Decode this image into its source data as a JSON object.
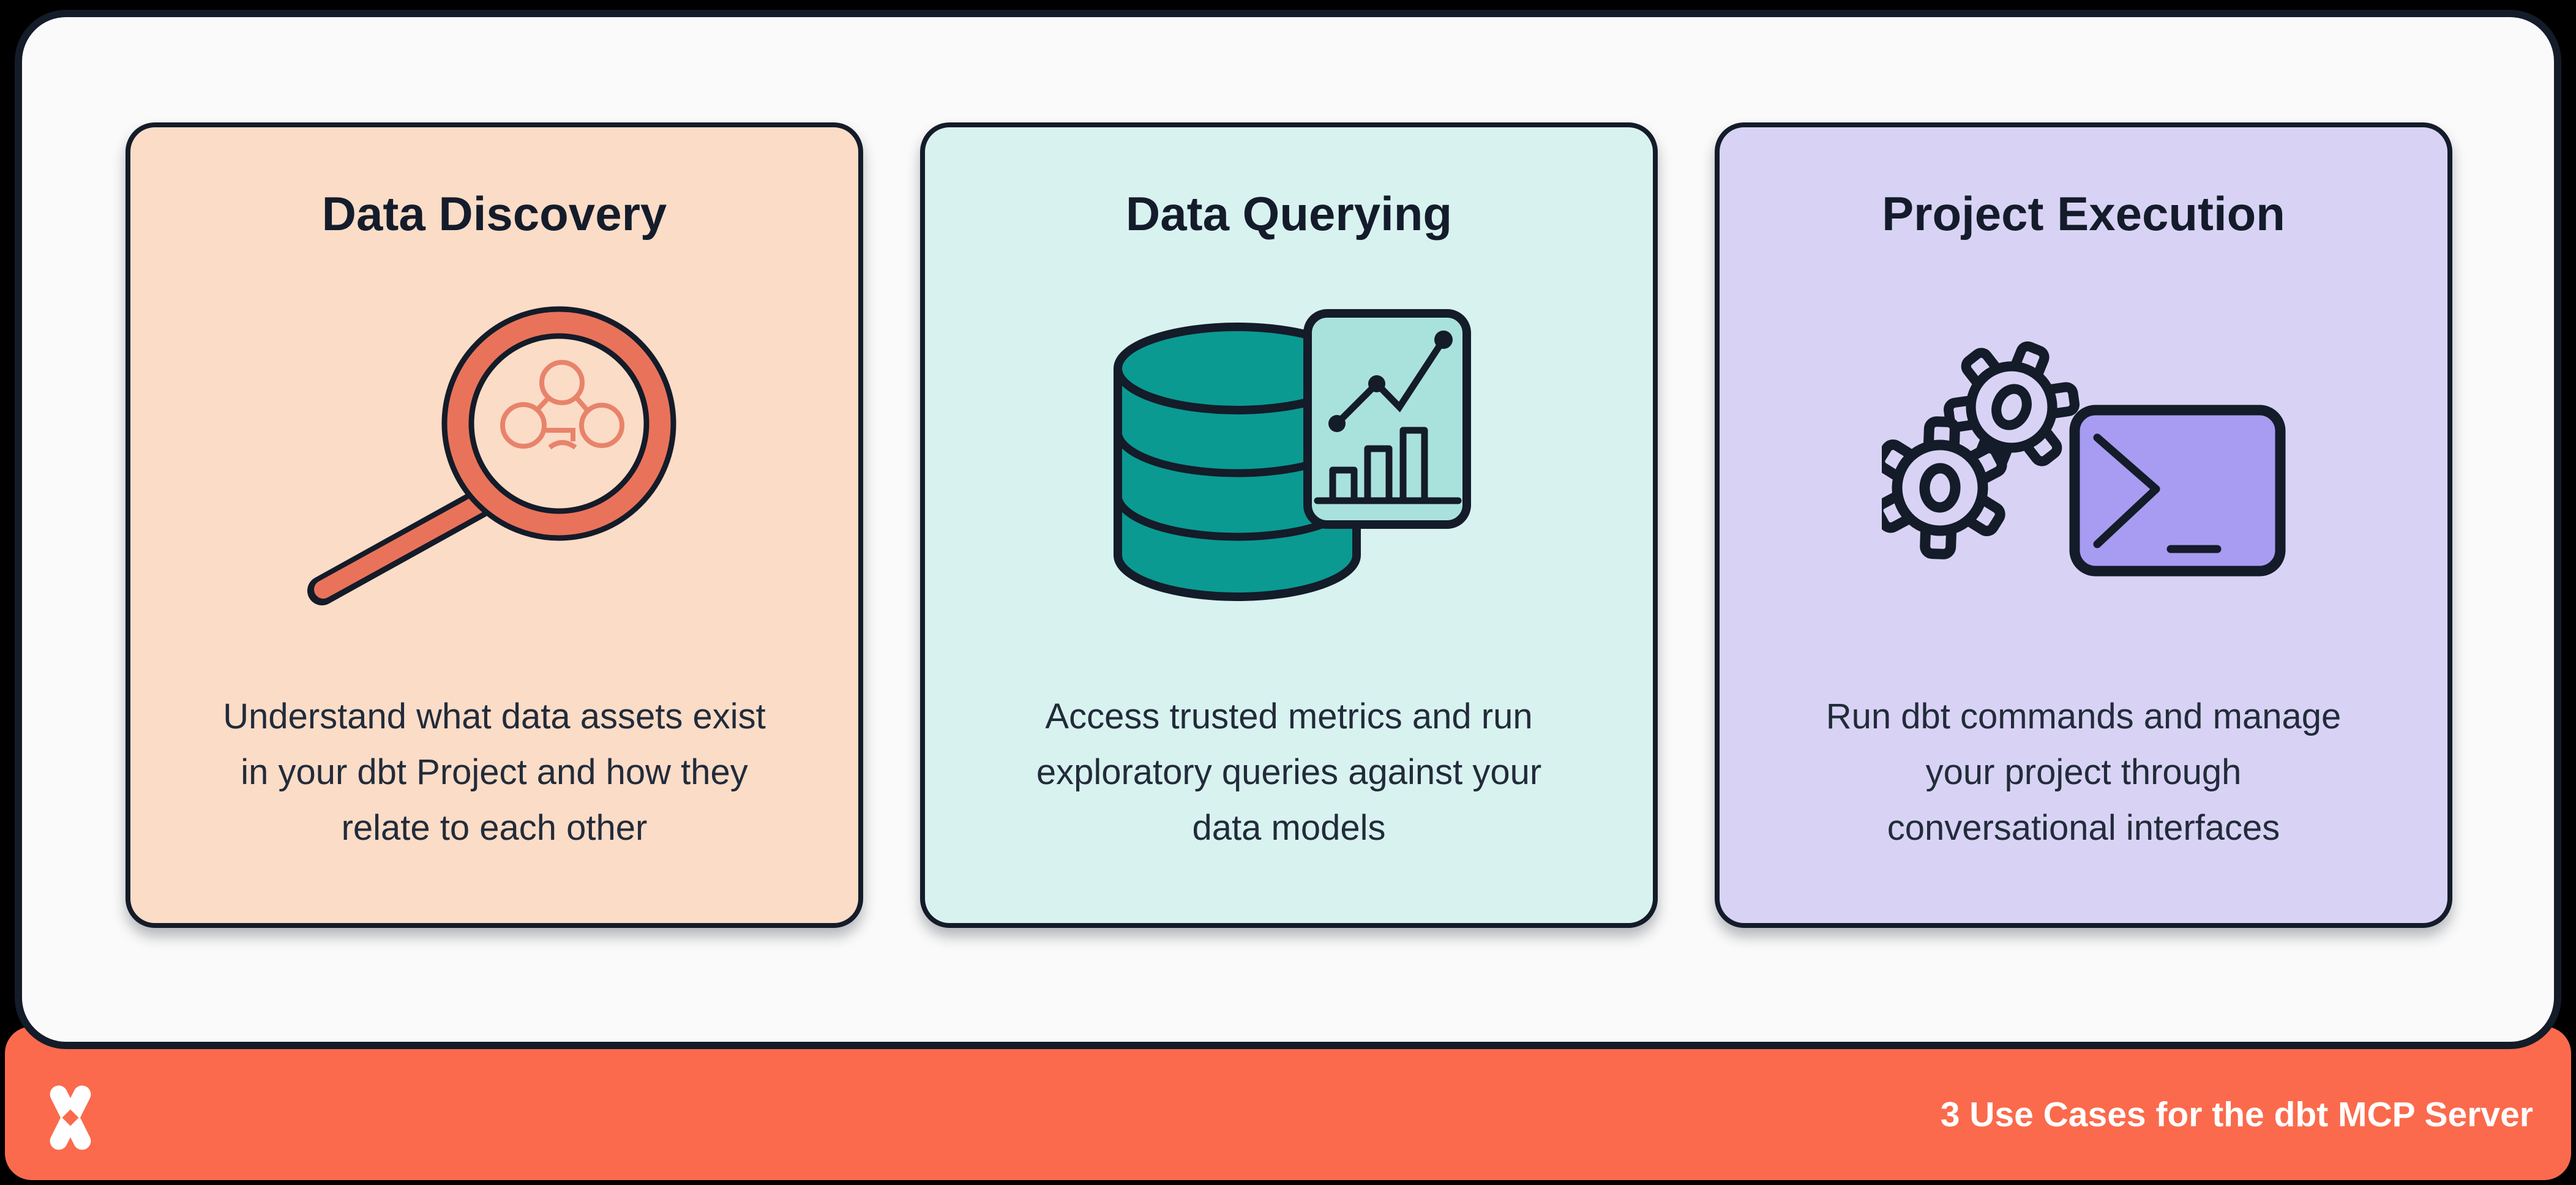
{
  "page": {
    "background_color": "#000000"
  },
  "panel": {
    "background_color": "#FAFAFA",
    "border_color": "#141B29"
  },
  "cards": [
    {
      "title": "Data Discovery",
      "icon": "magnifying-glass-lineage-icon",
      "bg_color": "#FBDCC7",
      "accent_color": "#E8735A",
      "body_lines": [
        "Understand what data assets exist",
        "in your dbt Project and how they",
        "relate to each other"
      ]
    },
    {
      "title": "Data Querying",
      "icon": "database-analytics-icon",
      "bg_color": "#D8F2F0",
      "accent_color": "#0A9A91",
      "body_lines": [
        "Access trusted metrics and run",
        "exploratory queries against your",
        "data models"
      ]
    },
    {
      "title": "Project Execution",
      "icon": "gears-terminal-icon",
      "bg_color": "#D8D3F4",
      "accent_color": "#A79CF1",
      "body_lines": [
        "Run dbt commands and manage",
        "your project through",
        "conversational interfaces"
      ]
    }
  ],
  "footer": {
    "title": "3 Use Cases for the dbt MCP Server",
    "background_color": "#FB6A4C",
    "text_color": "#FFFFFF",
    "logo": "dbt-logo"
  }
}
